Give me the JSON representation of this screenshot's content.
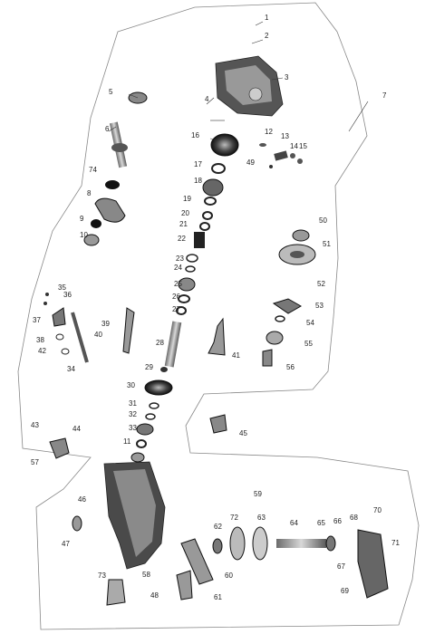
{
  "diagram": {
    "kind": "exploded-parts-diagram",
    "callouts": [
      "1",
      "2",
      "3",
      "4",
      "5",
      "6",
      "7",
      "74",
      "8",
      "9",
      "10",
      "16",
      "17",
      "18",
      "19",
      "20",
      "21",
      "22",
      "23",
      "24",
      "25",
      "26",
      "27",
      "28",
      "29",
      "30",
      "31",
      "32",
      "33",
      "11",
      "12",
      "13",
      "14",
      "15",
      "49",
      "50",
      "51",
      "52",
      "53",
      "54",
      "55",
      "56",
      "41",
      "39",
      "40",
      "34",
      "35",
      "36",
      "37",
      "38",
      "42",
      "43",
      "44",
      "57",
      "45",
      "46",
      "47",
      "73",
      "58",
      "48",
      "59",
      "60",
      "61",
      "62",
      "72",
      "63",
      "64",
      "65",
      "66",
      "67",
      "68",
      "69",
      "70",
      "71"
    ]
  }
}
